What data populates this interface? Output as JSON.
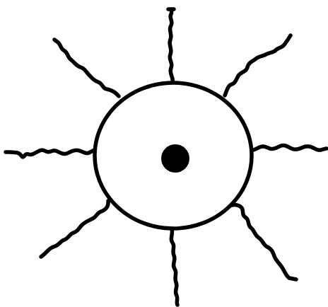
{
  "diagram": {
    "colors": {
      "stroke": "#000000",
      "fill": "#ffffff",
      "nucleus": "#000000"
    },
    "shapes": {
      "body": "ellipse",
      "nucleus": "dot",
      "projections": "wavy-lines"
    },
    "projection_count": 8
  }
}
